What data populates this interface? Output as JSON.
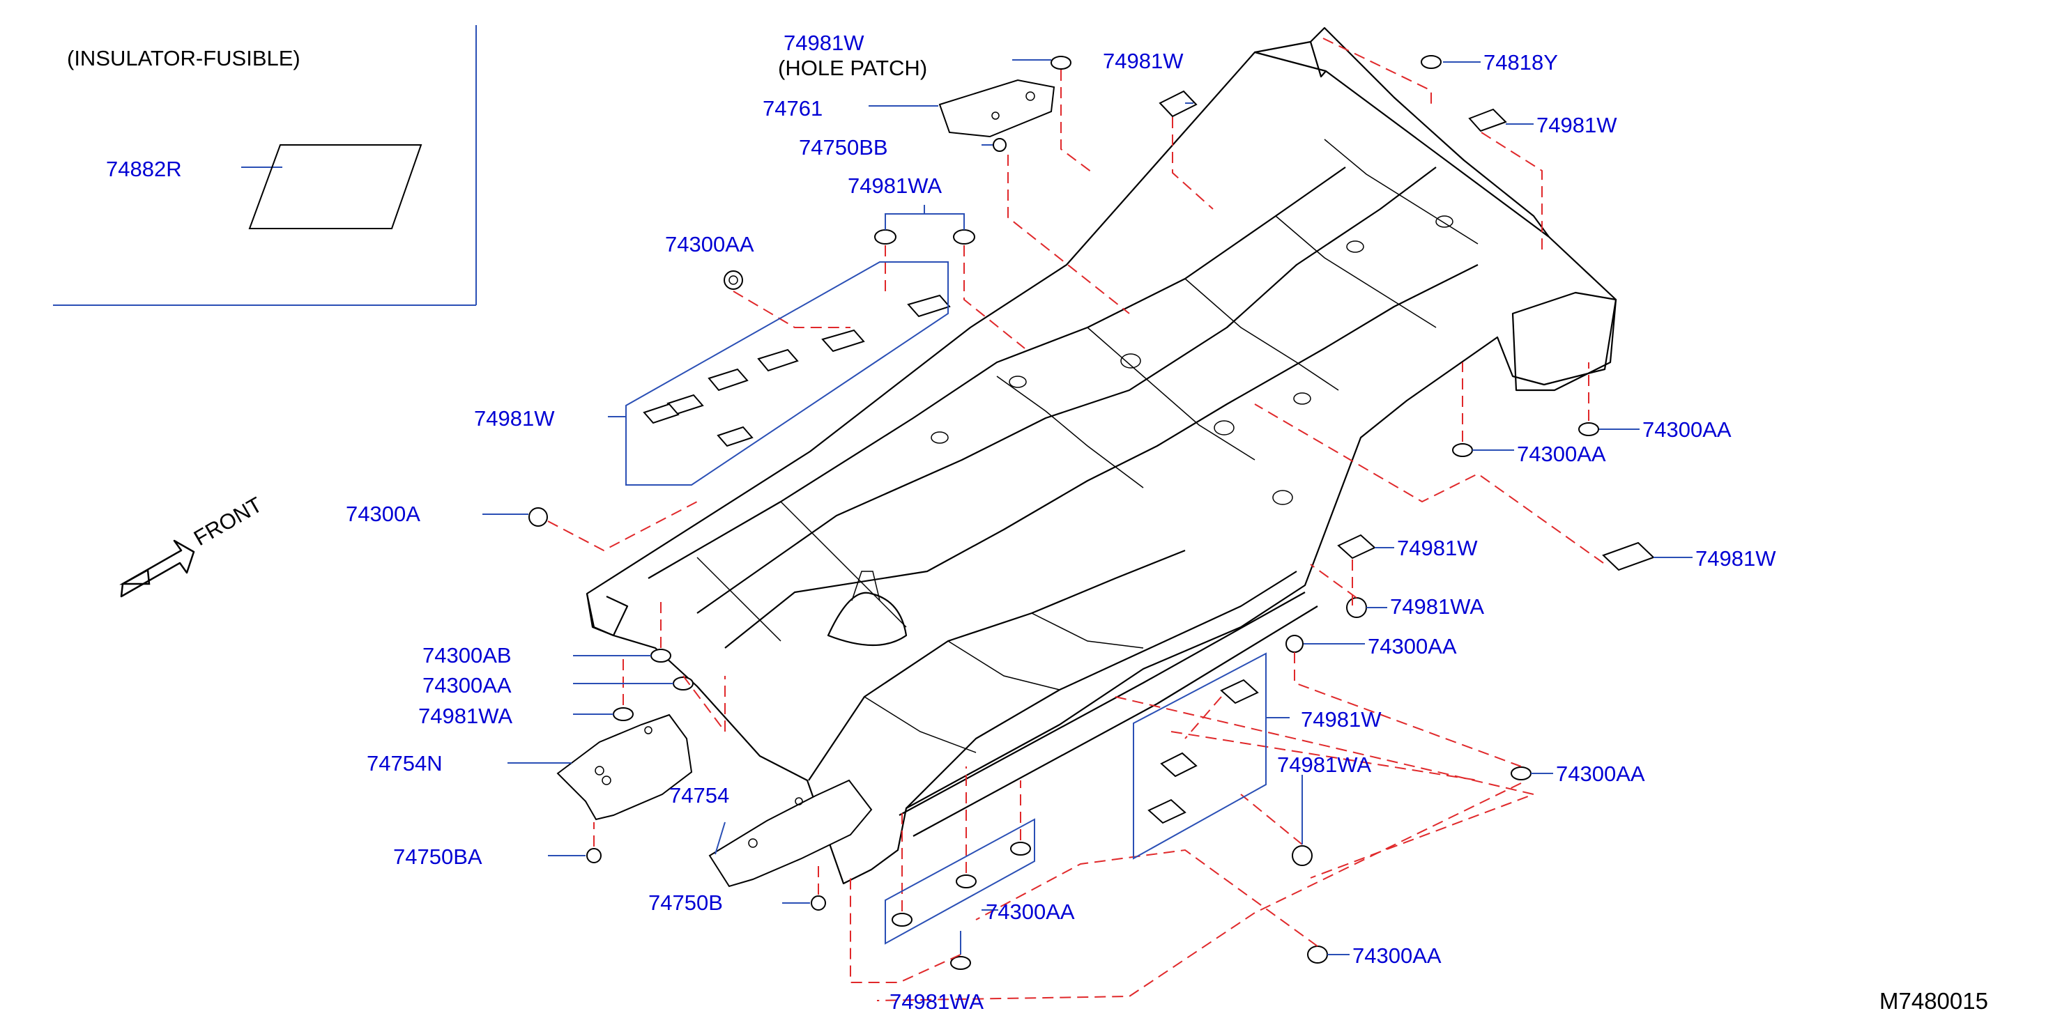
{
  "inset": {
    "title": "(INSULATOR-FUSIBLE)",
    "part_label": "74882R"
  },
  "labels": {
    "hole_patch_num": "74981W",
    "hole_patch_text": "(HOLE   PATCH)",
    "top_w_1": "74981W",
    "right_74818y": "74818Y",
    "right_w_top": "74981W",
    "p74761": "74761",
    "p74750bb": "74750BB",
    "wa_top": "74981WA",
    "aa_left_top": "74300AA",
    "w_left_group": "74981W",
    "p74300a": "74300A",
    "aa_right_1": "74300AA",
    "aa_right_2": "74300AA",
    "w_mid_right": "74981W",
    "w_far_right": "74981W",
    "wa_mid_right": "74981WA",
    "aa_mid_right": "74300AA",
    "ab_left": "74300AB",
    "aa_left_mid": "74300AA",
    "wa_left_mid": "74981WA",
    "p74754n": "74754N",
    "p74754": "74754",
    "p74750ba": "74750BA",
    "p74750b": "74750B",
    "w_right_group": "74981W",
    "wa_right_low": "74981WA",
    "aa_right_low": "74300AA",
    "aa_bottom_group": "74300AA",
    "aa_bottom_right": "74300AA",
    "wa_bottom": "74981WA",
    "front": "FRONT",
    "diagram_code": "M7480015"
  },
  "colors": {
    "callout_text": "#0000d4",
    "leader_line": "#2a4fb5",
    "dashed_line": "#e0282a",
    "outline": "#000000"
  }
}
